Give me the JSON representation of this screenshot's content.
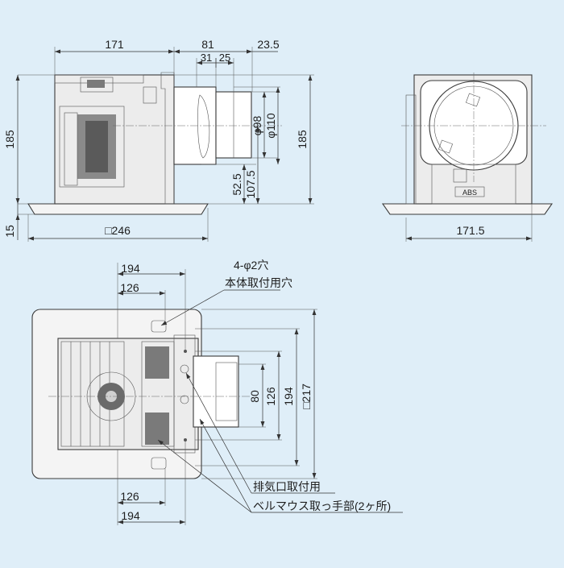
{
  "colors": {
    "background": "#dfeef8",
    "panel": "#f4f4f4",
    "housing": "#ececec",
    "line": "#333333",
    "dark_part": "#6a6a6a"
  },
  "side_view": {
    "dim_171": "171",
    "dim_81": "81",
    "dim_23_5": "23.5",
    "dim_31": "31",
    "dim_25": "25",
    "dim_phi98": "φ98",
    "dim_phi110": "φ110",
    "dim_185_left": "185",
    "dim_185_right": "185",
    "dim_52_5": "52.5",
    "dim_107_5": "107.5",
    "dim_15": "15",
    "dim_246": "□246"
  },
  "front_view": {
    "dim_171_5": "171.5",
    "label_abs": "ABS"
  },
  "top_view": {
    "dim_194_top": "194",
    "dim_126_top": "126",
    "dim_80": "80",
    "dim_126_v": "126",
    "dim_194_v": "194",
    "dim_217": "□217",
    "dim_126_bottom": "126",
    "dim_194_bottom": "194",
    "note_holes_count": "4-φ2穴",
    "note_holes_desc": "本体取付用穴",
    "note_exhaust": "排気口取付用",
    "note_bellmouth": "ベルマウス取っ手部(2ヶ所)"
  }
}
